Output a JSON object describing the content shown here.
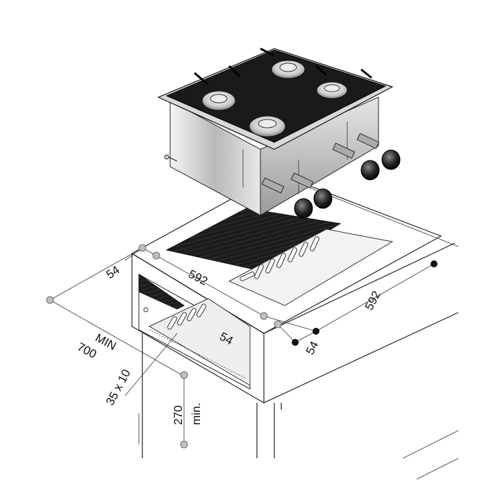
{
  "dimensions": {
    "top_left_depth": "54",
    "top_width": "592",
    "right_depth": "592",
    "inner_depth": "54",
    "front_offset": "54",
    "min_depth_label_1": "MIN",
    "min_depth_label_2": "700",
    "slot_size": "35 x 10",
    "height_label_1": "270",
    "height_label_2": "min."
  },
  "colors": {
    "line": "#222222",
    "burner_dark": "#1a1a1a",
    "steel": "#c8c8c8",
    "marker_grey": "#bfbfbf"
  }
}
